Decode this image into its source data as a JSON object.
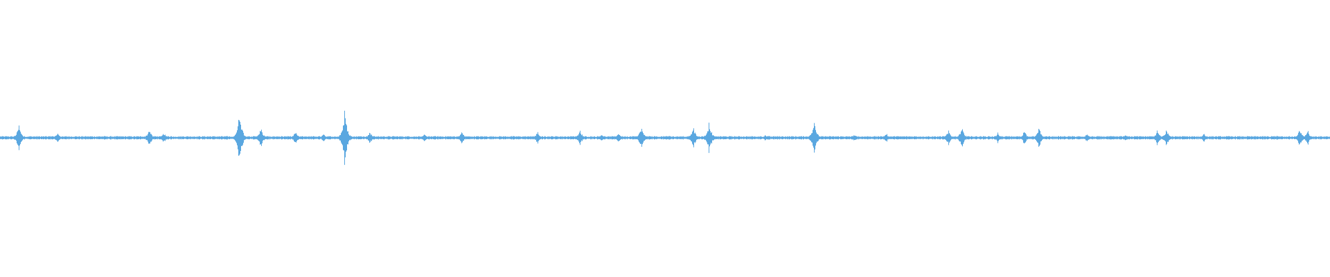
{
  "waveform": {
    "color": "#5aa7e0",
    "background": "#ffffff",
    "duration_fraction_peaks": [
      {
        "t": 0.014,
        "amp": 0.1
      },
      {
        "t": 0.043,
        "amp": 0.04
      },
      {
        "t": 0.112,
        "amp": 0.07
      },
      {
        "t": 0.123,
        "amp": 0.04
      },
      {
        "t": 0.18,
        "amp": 0.22
      },
      {
        "t": 0.196,
        "amp": 0.08
      },
      {
        "t": 0.222,
        "amp": 0.05
      },
      {
        "t": 0.243,
        "amp": 0.03
      },
      {
        "t": 0.259,
        "amp": 0.22
      },
      {
        "t": 0.278,
        "amp": 0.05
      },
      {
        "t": 0.319,
        "amp": 0.03
      },
      {
        "t": 0.347,
        "amp": 0.05
      },
      {
        "t": 0.404,
        "amp": 0.05
      },
      {
        "t": 0.436,
        "amp": 0.06
      },
      {
        "t": 0.452,
        "amp": 0.03
      },
      {
        "t": 0.465,
        "amp": 0.04
      },
      {
        "t": 0.482,
        "amp": 0.09
      },
      {
        "t": 0.503,
        "amp": 0.02
      },
      {
        "t": 0.521,
        "amp": 0.09
      },
      {
        "t": 0.533,
        "amp": 0.13
      },
      {
        "t": 0.575,
        "amp": 0.02
      },
      {
        "t": 0.612,
        "amp": 0.14
      },
      {
        "t": 0.642,
        "amp": 0.03
      },
      {
        "t": 0.666,
        "amp": 0.04
      },
      {
        "t": 0.713,
        "amp": 0.06
      },
      {
        "t": 0.723,
        "amp": 0.09
      },
      {
        "t": 0.75,
        "amp": 0.04
      },
      {
        "t": 0.77,
        "amp": 0.06
      },
      {
        "t": 0.781,
        "amp": 0.08
      },
      {
        "t": 0.817,
        "amp": 0.03
      },
      {
        "t": 0.846,
        "amp": 0.03
      },
      {
        "t": 0.87,
        "amp": 0.06
      },
      {
        "t": 0.877,
        "amp": 0.07
      },
      {
        "t": 0.905,
        "amp": 0.04
      },
      {
        "t": 0.96,
        "amp": 0.02
      },
      {
        "t": 0.977,
        "amp": 0.08
      },
      {
        "t": 0.983,
        "amp": 0.06
      }
    ]
  }
}
